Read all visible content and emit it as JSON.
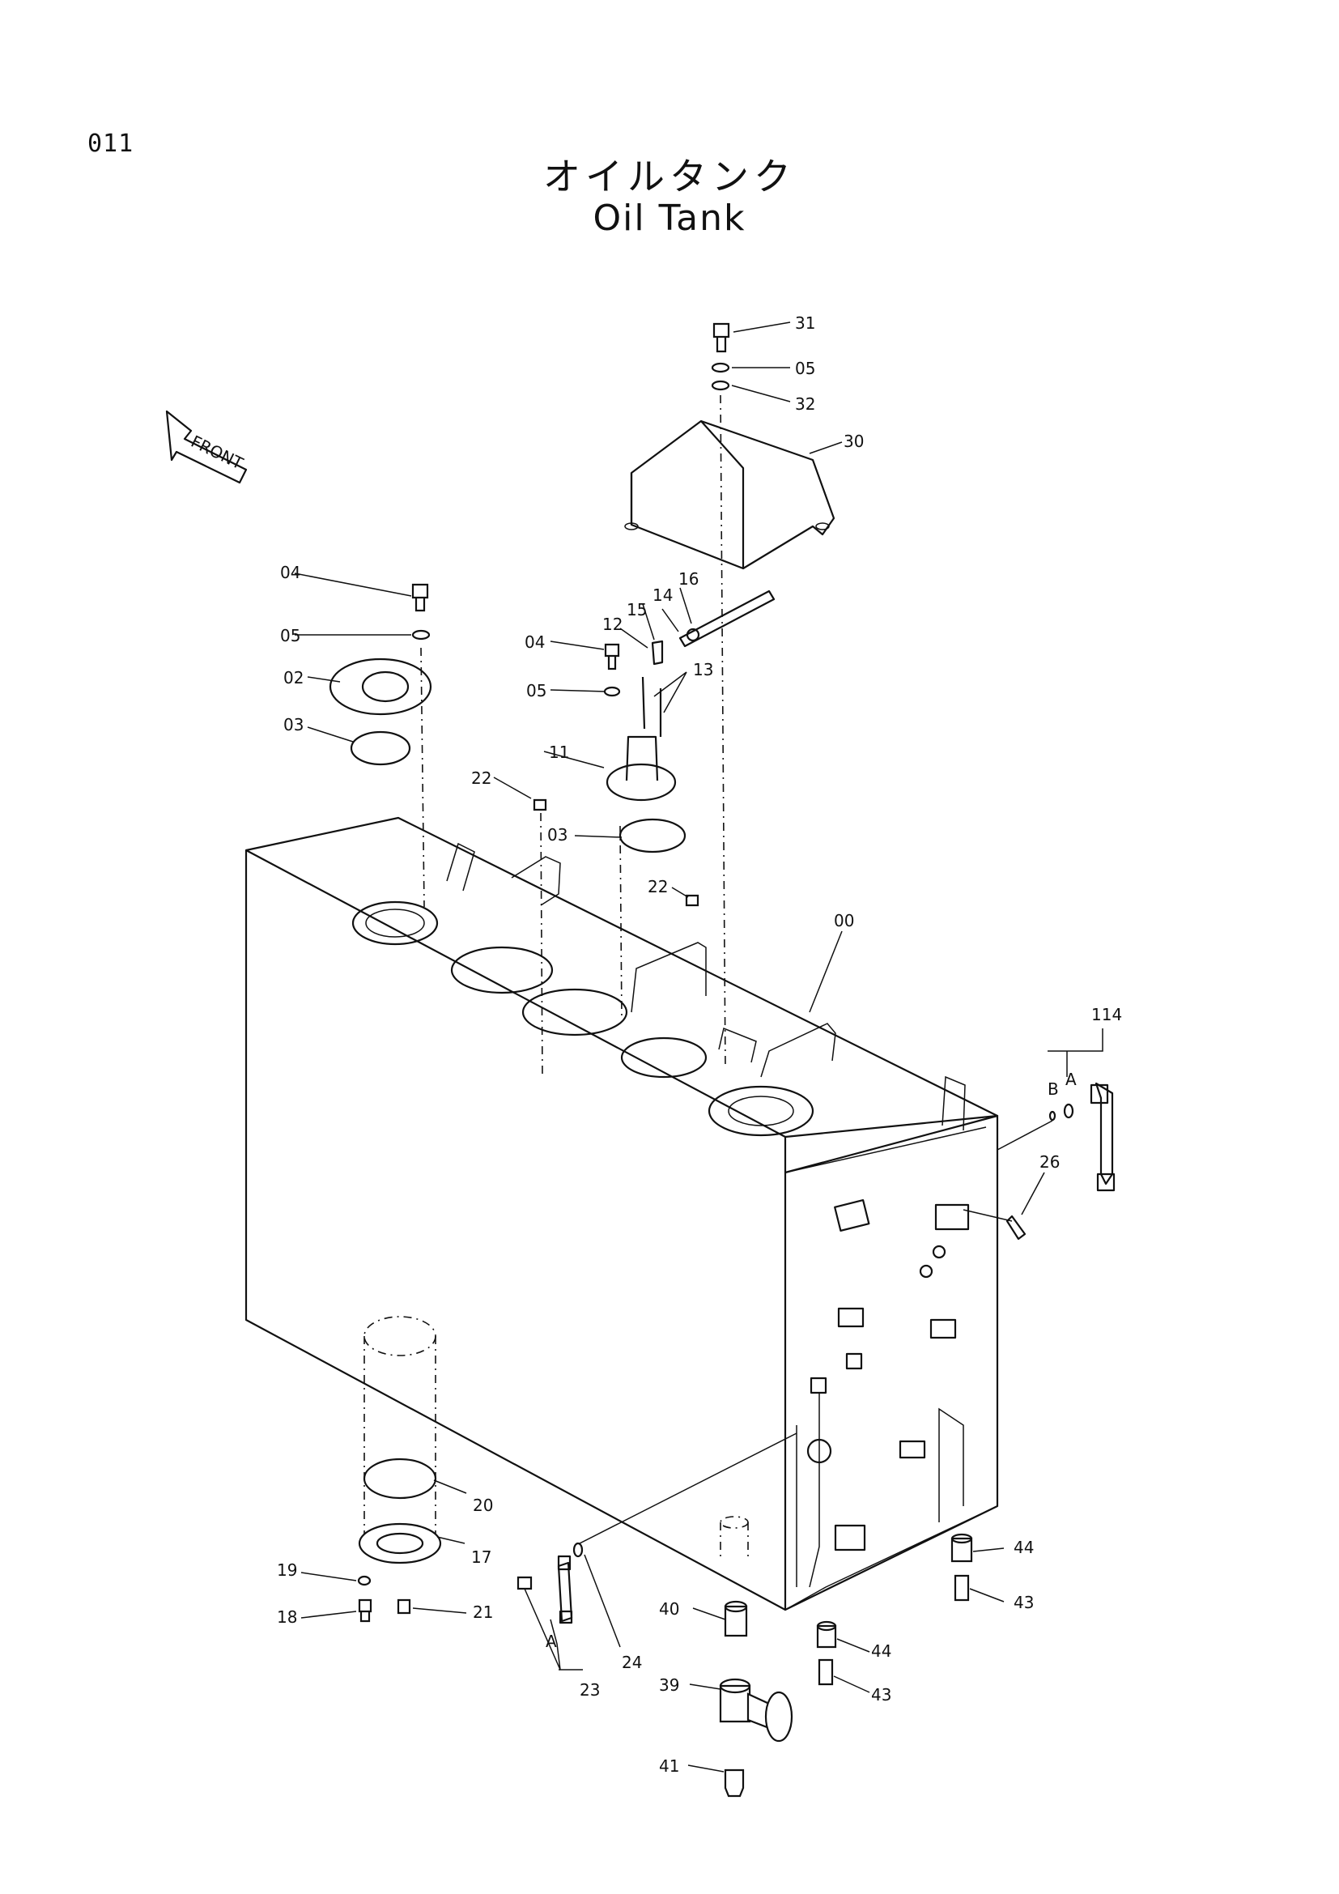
{
  "page_number": "011",
  "title_jp": "オイルタンク",
  "title_en": "Oil Tank",
  "front_label": "FRONT",
  "callouts": {
    "c31": "31",
    "c05a": "05",
    "c32": "32",
    "c30": "30",
    "c04a": "04",
    "c05b": "05",
    "c02": "02",
    "c03a": "03",
    "c16": "16",
    "c14": "14",
    "c15": "15",
    "c12": "12",
    "c04b": "04",
    "c13": "13",
    "c05c": "05",
    "c11": "11",
    "c22a": "22",
    "c03b": "03",
    "c22b": "22",
    "c00": "00",
    "c114": "114",
    "cB": "B",
    "cA": "A",
    "c26": "26",
    "c20": "20",
    "c17": "17",
    "c19": "19",
    "c18": "18",
    "c21": "21",
    "c24": "24",
    "cA2": "A",
    "c23": "23",
    "c40": "40",
    "c39": "39",
    "c41": "41",
    "c44a": "44",
    "c43a": "43",
    "c44b": "44",
    "c43b": "43"
  }
}
